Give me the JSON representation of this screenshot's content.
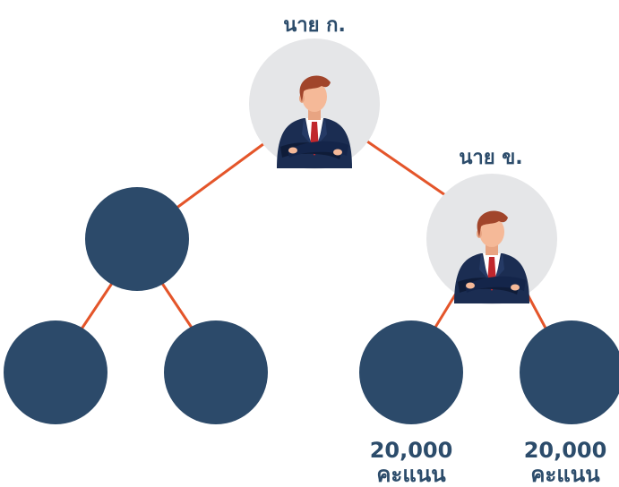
{
  "people": {
    "a": {
      "name": "นาย ก."
    },
    "b": {
      "name": "นาย ข."
    }
  },
  "scores": [
    {
      "value": "20,000",
      "unit": "คะแนน"
    },
    {
      "value": "20,000",
      "unit": "คะแนน"
    }
  ],
  "colors": {
    "node": "#2c4a6a",
    "line": "#e4552a",
    "avatar_bg": "#e5e6e8",
    "text": "#2c4c6b",
    "suit": "#1b2d52",
    "hair": "#a1452b",
    "skin": "#f5b998",
    "tie": "#c0272d"
  },
  "icons": {
    "person": "businessman-icon"
  }
}
